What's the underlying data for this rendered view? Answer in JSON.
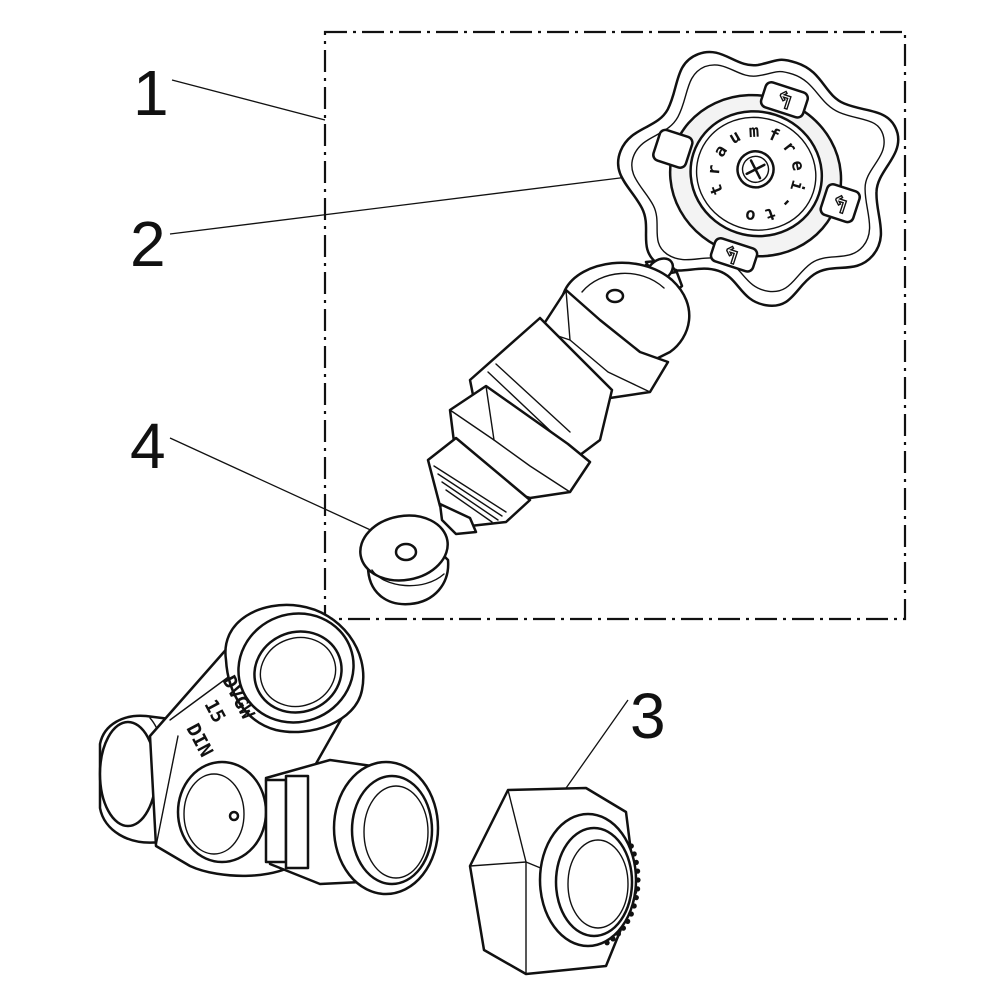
{
  "callouts": {
    "one": "1",
    "two": "2",
    "three": "3",
    "four": "4"
  },
  "handwheel": {
    "brand_letters": [
      "t",
      "r",
      "a",
      "u",
      "m",
      "f",
      "r",
      "e",
      "i",
      "-",
      "t",
      "o"
    ]
  },
  "valve_body": {
    "markings": [
      "DVGW",
      "15",
      "DIN"
    ]
  },
  "colors": {
    "line": "#111111",
    "background": "#ffffff"
  }
}
